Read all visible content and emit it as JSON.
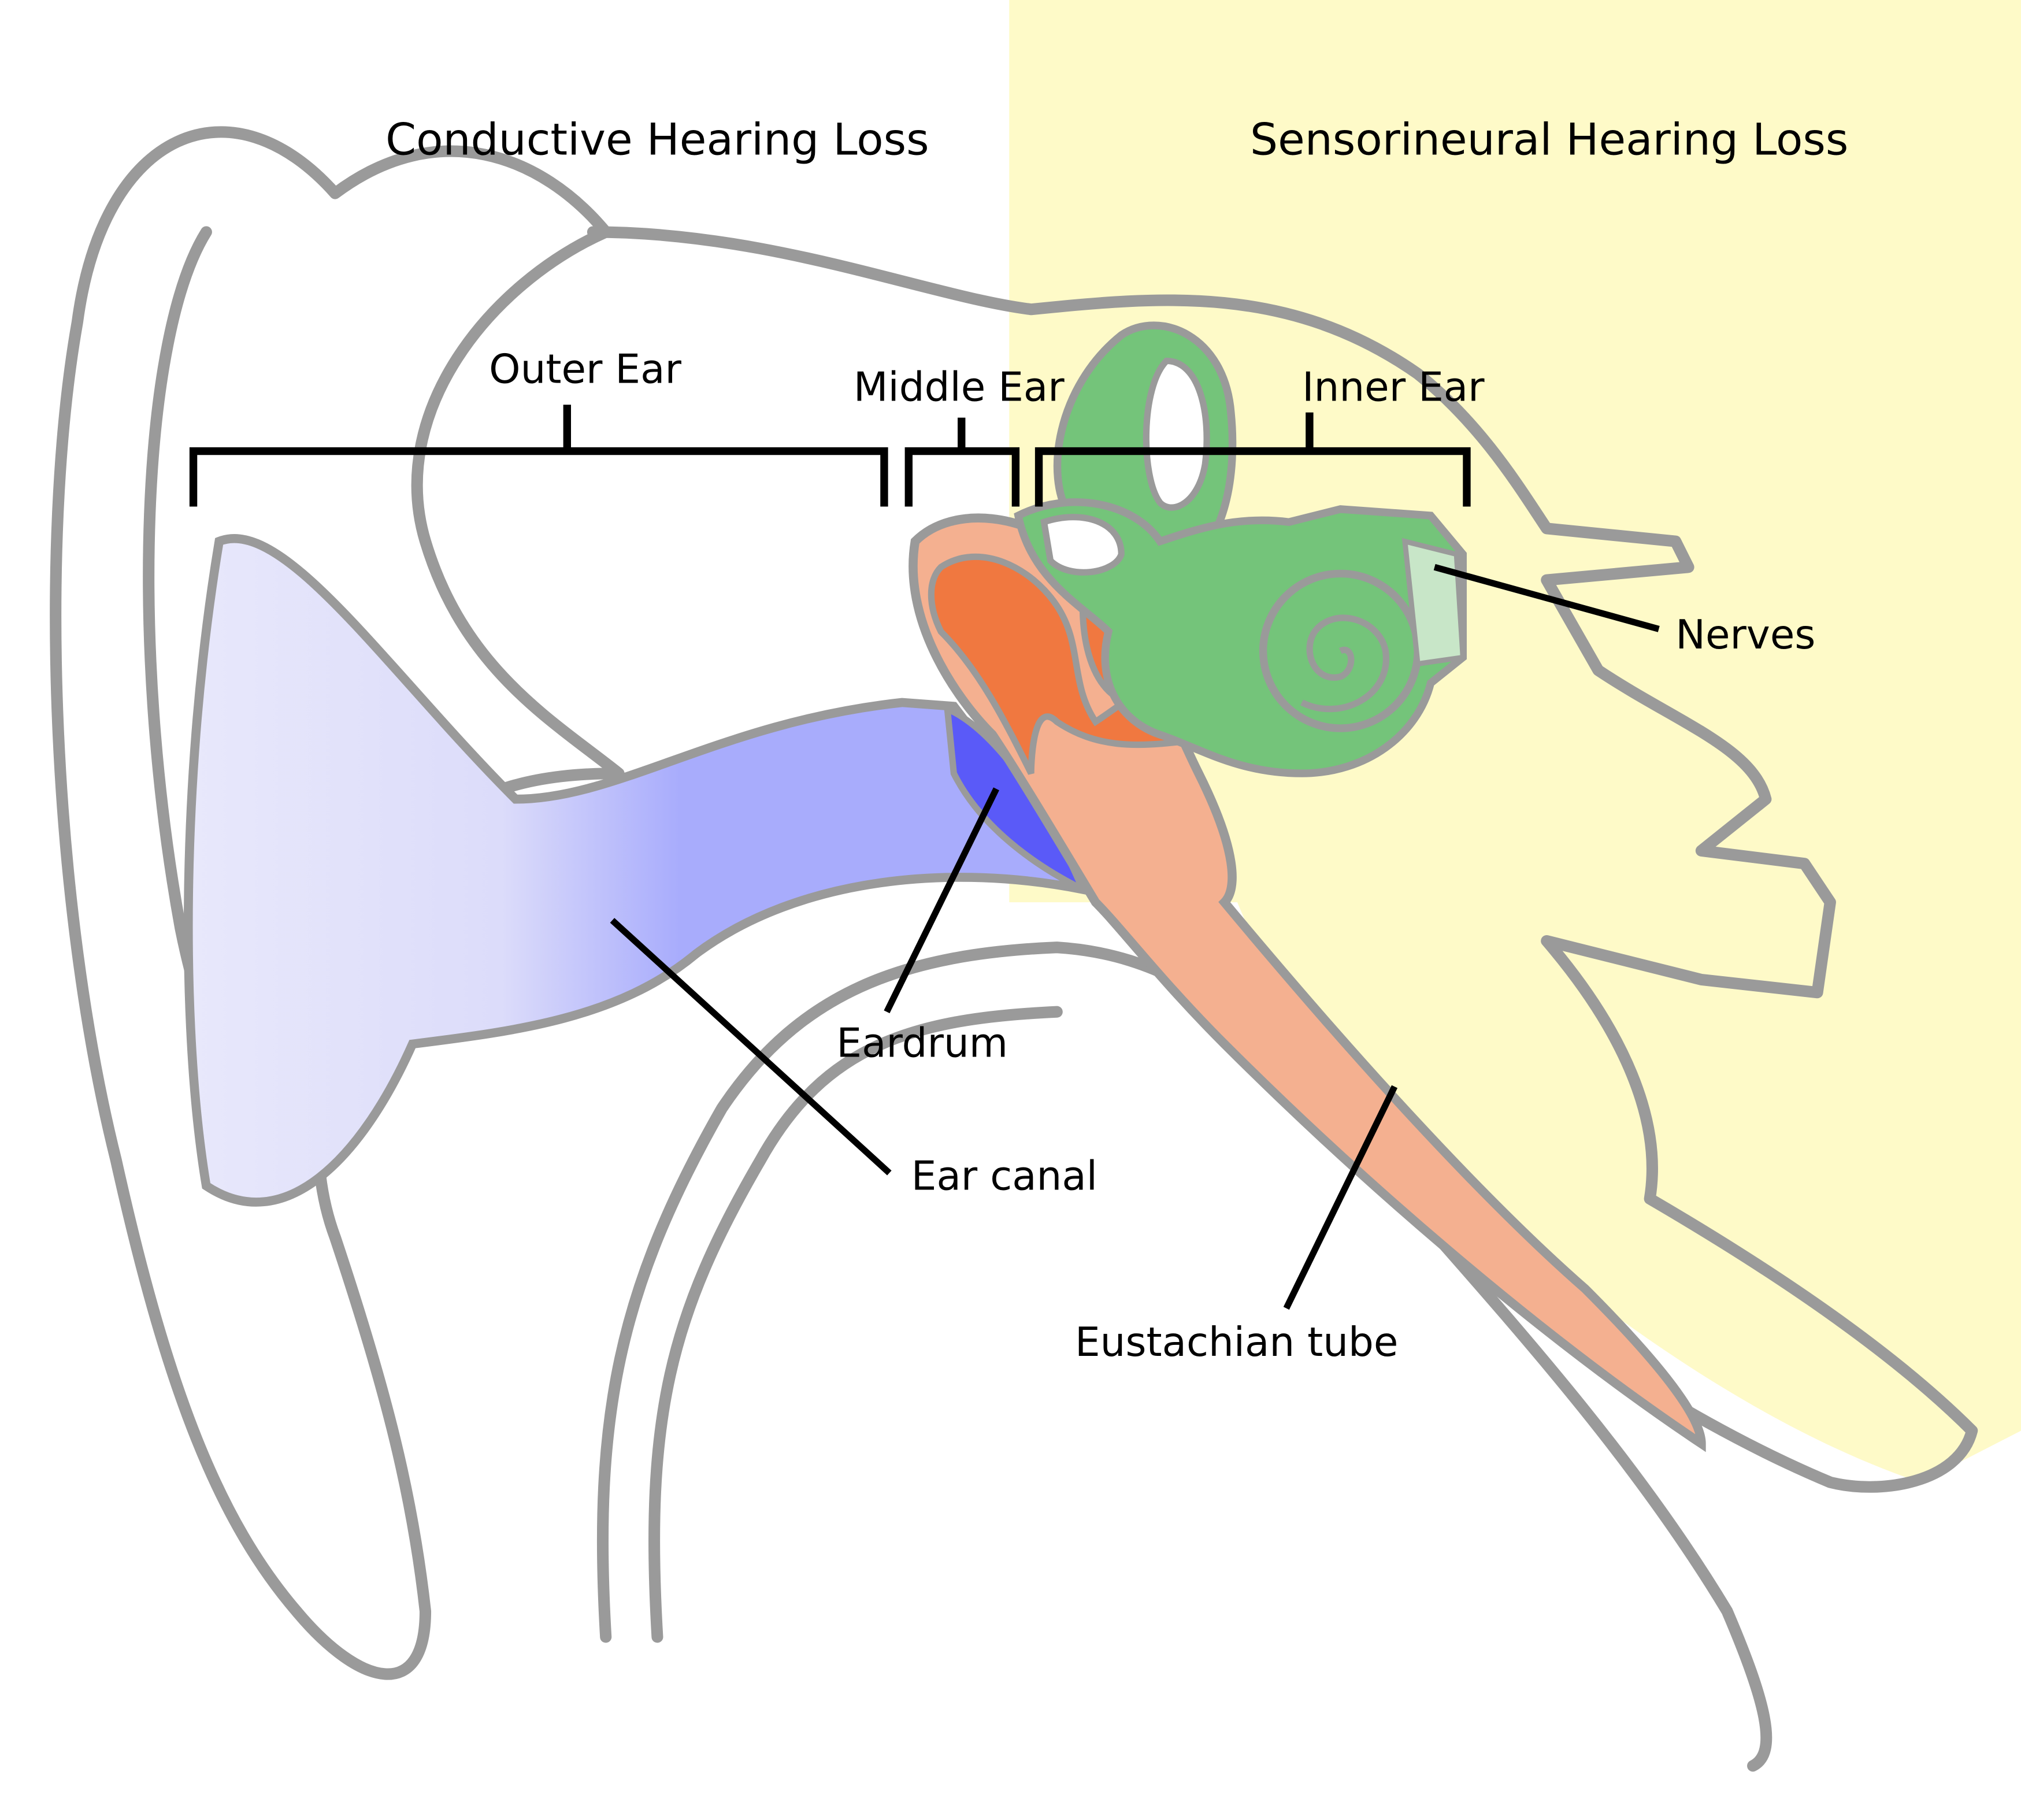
{
  "headings": {
    "conductive": "Conductive Hearing Loss",
    "sensorineural": "Sensorineural Hearing Loss"
  },
  "sections": {
    "outer": "Outer Ear",
    "middle": "Middle Ear",
    "inner": "Inner Ear"
  },
  "labels": {
    "nerves": "Nerves",
    "eardrum": "Eardrum",
    "ear_canal": "Ear canal",
    "eustachian_tube": "Eustachian tube"
  },
  "colors": {
    "sensorineural_zone": "#fefac8",
    "ear_canal": "#a8acfc",
    "eardrum": "#5a5af8",
    "ossicles": "#f07840",
    "middle_ear": "#f4b090",
    "inner_ear": "#74c47a",
    "outline": "#9a9a9a"
  }
}
